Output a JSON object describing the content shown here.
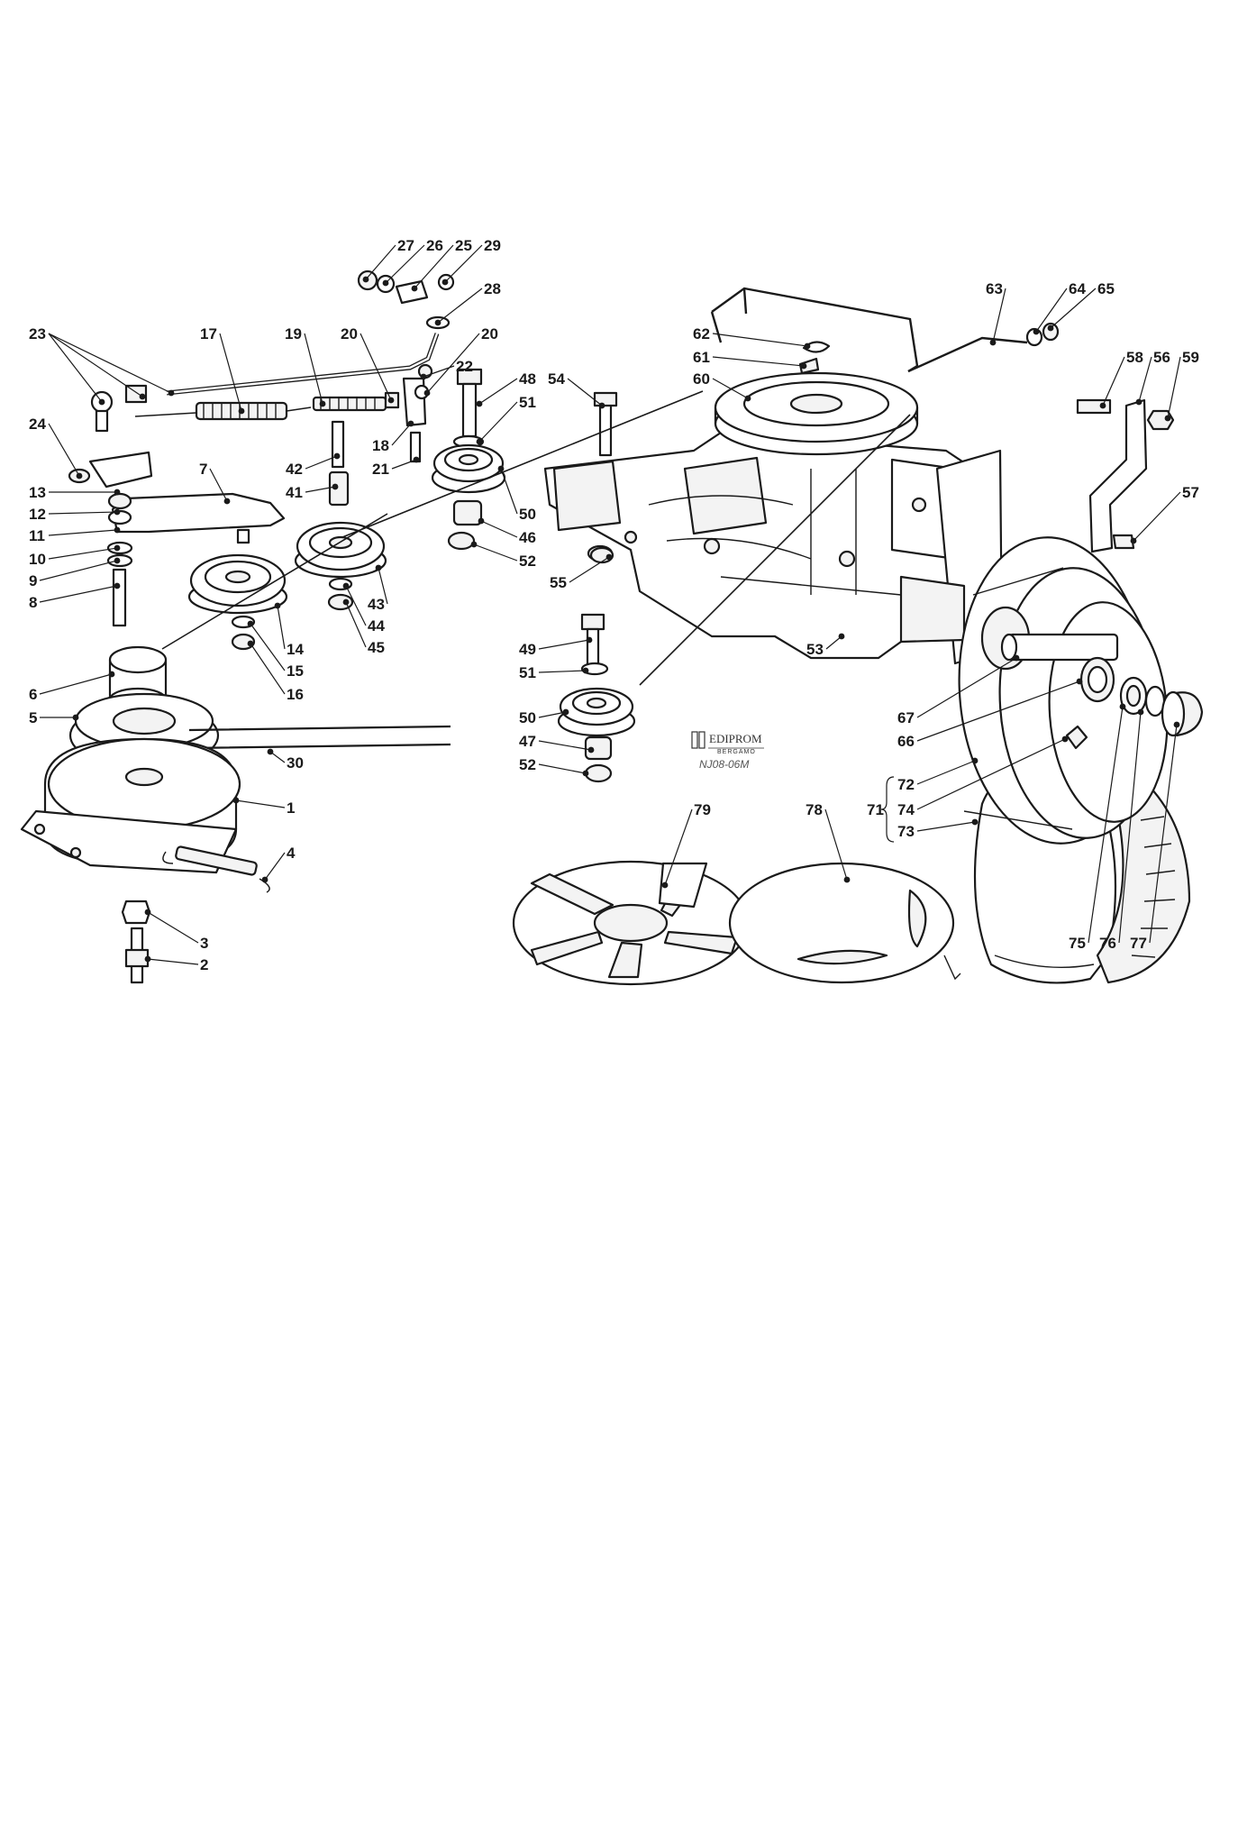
{
  "watermark": {
    "brand": "EDIPROM",
    "city": "BERGAMO",
    "code": "NJ08-06M"
  },
  "callouts": [
    {
      "id": "27",
      "text": "27"
    },
    {
      "id": "26",
      "text": "26"
    },
    {
      "id": "25",
      "text": "25"
    },
    {
      "id": "29",
      "text": "29"
    },
    {
      "id": "28",
      "text": "28"
    },
    {
      "id": "23",
      "text": "23"
    },
    {
      "id": "17",
      "text": "17"
    },
    {
      "id": "19",
      "text": "19"
    },
    {
      "id": "20a",
      "text": "20"
    },
    {
      "id": "22",
      "text": "22"
    },
    {
      "id": "20b",
      "text": "20"
    },
    {
      "id": "24",
      "text": "24"
    },
    {
      "id": "18",
      "text": "18"
    },
    {
      "id": "21",
      "text": "21"
    },
    {
      "id": "42",
      "text": "42"
    },
    {
      "id": "41",
      "text": "41"
    },
    {
      "id": "13",
      "text": "13"
    },
    {
      "id": "12",
      "text": "12"
    },
    {
      "id": "7",
      "text": "7"
    },
    {
      "id": "11",
      "text": "11"
    },
    {
      "id": "10",
      "text": "10"
    },
    {
      "id": "9",
      "text": "9"
    },
    {
      "id": "8",
      "text": "8"
    },
    {
      "id": "43",
      "text": "43"
    },
    {
      "id": "44",
      "text": "44"
    },
    {
      "id": "45",
      "text": "45"
    },
    {
      "id": "14",
      "text": "14"
    },
    {
      "id": "15",
      "text": "15"
    },
    {
      "id": "16",
      "text": "16"
    },
    {
      "id": "6",
      "text": "6"
    },
    {
      "id": "5",
      "text": "5"
    },
    {
      "id": "30",
      "text": "30"
    },
    {
      "id": "1",
      "text": "1"
    },
    {
      "id": "4",
      "text": "4"
    },
    {
      "id": "3",
      "text": "3"
    },
    {
      "id": "2",
      "text": "2"
    },
    {
      "id": "48",
      "text": "48"
    },
    {
      "id": "51a",
      "text": "51"
    },
    {
      "id": "54",
      "text": "54"
    },
    {
      "id": "50a",
      "text": "50"
    },
    {
      "id": "46",
      "text": "46"
    },
    {
      "id": "52a",
      "text": "52"
    },
    {
      "id": "55",
      "text": "55"
    },
    {
      "id": "49",
      "text": "49"
    },
    {
      "id": "51b",
      "text": "51"
    },
    {
      "id": "50b",
      "text": "50"
    },
    {
      "id": "47",
      "text": "47"
    },
    {
      "id": "52b",
      "text": "52"
    },
    {
      "id": "62",
      "text": "62"
    },
    {
      "id": "61",
      "text": "61"
    },
    {
      "id": "60",
      "text": "60"
    },
    {
      "id": "63",
      "text": "63"
    },
    {
      "id": "64",
      "text": "64"
    },
    {
      "id": "65",
      "text": "65"
    },
    {
      "id": "58",
      "text": "58"
    },
    {
      "id": "56",
      "text": "56"
    },
    {
      "id": "59",
      "text": "59"
    },
    {
      "id": "57",
      "text": "57"
    },
    {
      "id": "53",
      "text": "53"
    },
    {
      "id": "67",
      "text": "67"
    },
    {
      "id": "66",
      "text": "66"
    },
    {
      "id": "72",
      "text": "72"
    },
    {
      "id": "71",
      "text": "71"
    },
    {
      "id": "74",
      "text": "74"
    },
    {
      "id": "73",
      "text": "73"
    },
    {
      "id": "79",
      "text": "79"
    },
    {
      "id": "78",
      "text": "78"
    },
    {
      "id": "75",
      "text": "75"
    },
    {
      "id": "76",
      "text": "76"
    },
    {
      "id": "77",
      "text": "77"
    }
  ]
}
